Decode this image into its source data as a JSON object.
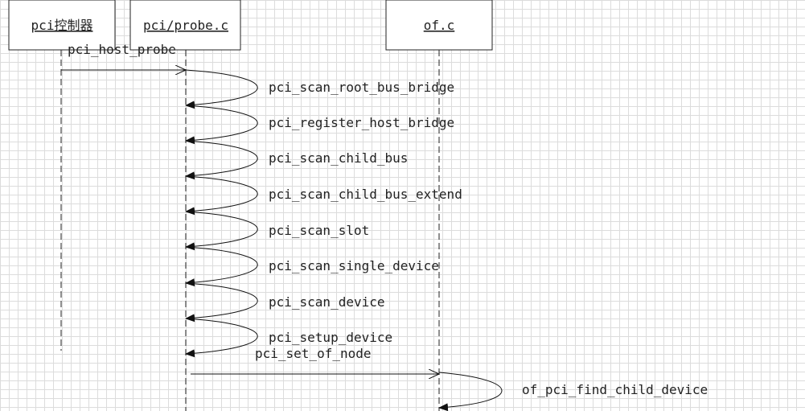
{
  "participants": [
    {
      "id": "controller",
      "label": "pci控制器"
    },
    {
      "id": "probe",
      "label": "pci/probe.c"
    },
    {
      "id": "of",
      "label": "of.c"
    }
  ],
  "messages": [
    {
      "kind": "call",
      "from": "controller",
      "to": "probe",
      "label": "pci_host_probe"
    },
    {
      "kind": "self",
      "on": "probe",
      "label": "pci_scan_root_bus_bridge"
    },
    {
      "kind": "self",
      "on": "probe",
      "label": "pci_register_host_bridge"
    },
    {
      "kind": "self",
      "on": "probe",
      "label": "pci_scan_child_bus"
    },
    {
      "kind": "self",
      "on": "probe",
      "label": "pci_scan_child_bus_extend"
    },
    {
      "kind": "self",
      "on": "probe",
      "label": "pci_scan_slot"
    },
    {
      "kind": "self",
      "on": "probe",
      "label": "pci_scan_single_device"
    },
    {
      "kind": "self",
      "on": "probe",
      "label": "pci_scan_device"
    },
    {
      "kind": "self",
      "on": "probe",
      "label": "pci_setup_device"
    },
    {
      "kind": "call",
      "from": "probe",
      "to": "of",
      "label": "pci_set_of_node"
    },
    {
      "kind": "self",
      "on": "of",
      "label": "of_pci_find_child_device"
    }
  ],
  "colors": {
    "line": "#222222",
    "box_border": "#222222",
    "box_fill": "#ffffff",
    "text": "#222222"
  }
}
